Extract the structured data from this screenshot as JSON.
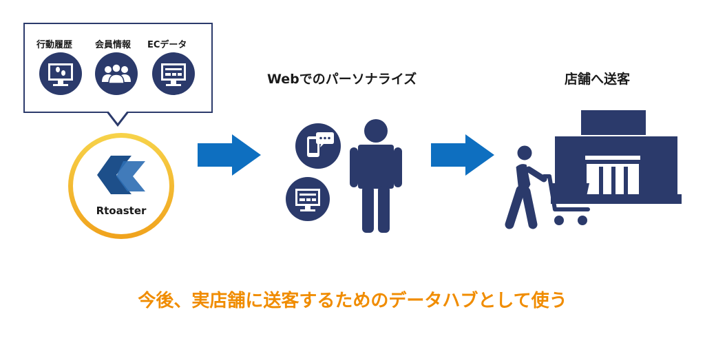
{
  "sources": {
    "items": [
      {
        "label": "行動履歴",
        "icon": "monitor-footprints-icon"
      },
      {
        "label": "会員情報",
        "icon": "member-group-icon"
      },
      {
        "label": "ECデータ",
        "icon": "ec-monitor-icon"
      }
    ]
  },
  "hub": {
    "name": "Rtoaster",
    "icon": "rtoaster-logo-icon"
  },
  "web": {
    "title": "Webでのパーソナライズ"
  },
  "store": {
    "title": "店舗へ送客"
  },
  "caption": "今後、実店舗に送客するためのデータハブとして使う",
  "colors": {
    "navy": "#2b3a6b",
    "arrow_blue": "#0e6fc0",
    "accent_orange": "#f08c00",
    "ring_yellow": "#f6c930"
  }
}
